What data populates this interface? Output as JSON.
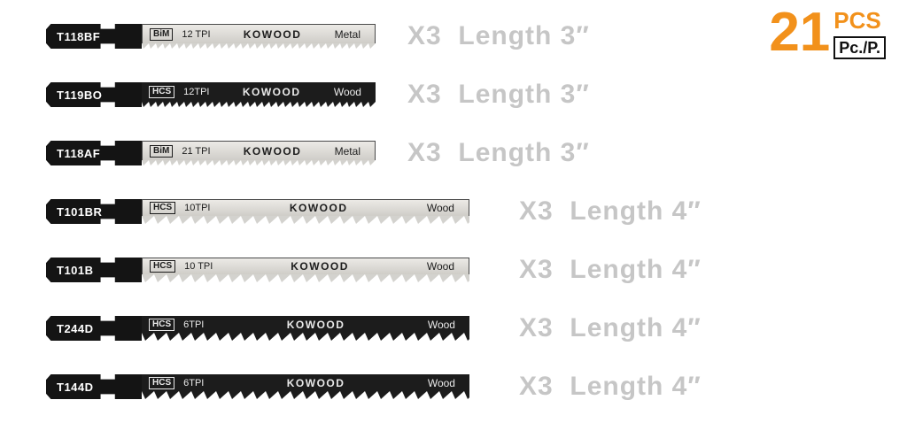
{
  "badge": {
    "count": "21",
    "unit": "PCS",
    "per": "Pc./P."
  },
  "colors": {
    "orange": "#f2911b",
    "silver": "#d3d2ce",
    "black": "#1c1c1c",
    "gray_text": "#c6c6c6"
  },
  "blades": [
    {
      "model": "T118BF",
      "grade": "BiM",
      "tpi": "12 TPI",
      "brand": "KOWOOD",
      "material": "Metal",
      "length_label": "X3  Length 3″"
    },
    {
      "model": "T119BO",
      "grade": "HCS",
      "tpi": "12TPI",
      "brand": "KOWOOD",
      "material": "Wood",
      "length_label": "X3  Length 3″"
    },
    {
      "model": "T118AF",
      "grade": "BiM",
      "tpi": "21 TPI",
      "brand": "KOWOOD",
      "material": "Metal",
      "length_label": "X3  Length 3″"
    },
    {
      "model": "T101BR",
      "grade": "HCS",
      "tpi": "10TPI",
      "brand": "KOWOOD",
      "material": "Wood",
      "length_label": "X3  Length 4″"
    },
    {
      "model": "T101B",
      "grade": "HCS",
      "tpi": "10 TPI",
      "brand": "KOWOOD",
      "material": "Wood",
      "length_label": "X3  Length 4″"
    },
    {
      "model": "T244D",
      "grade": "HCS",
      "tpi": "6TPI",
      "brand": "KOWOOD",
      "material": "Wood",
      "length_label": "X3  Length 4″"
    },
    {
      "model": "T144D",
      "grade": "HCS",
      "tpi": "6TPI",
      "brand": "KOWOOD",
      "material": "Wood",
      "length_label": "X3  Length 4″"
    }
  ]
}
